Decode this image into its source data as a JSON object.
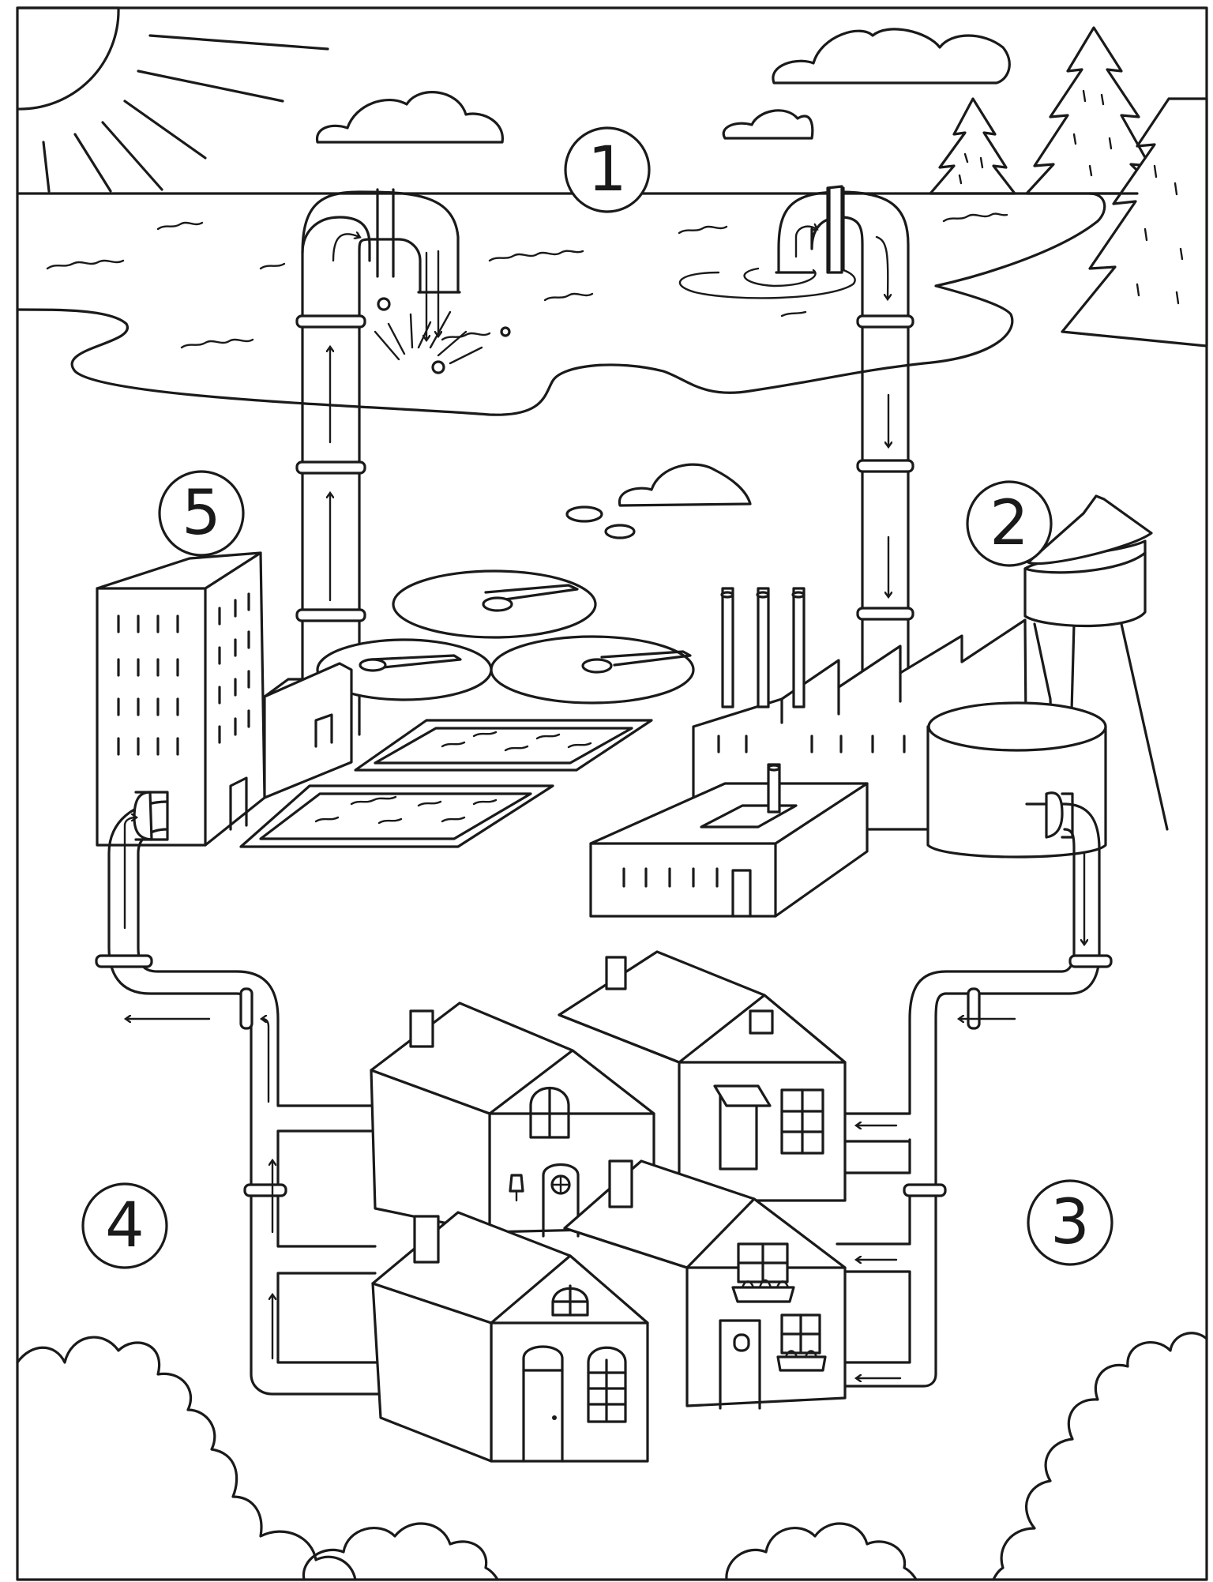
{
  "page": {
    "type": "coloring-page",
    "theme": "water-cycle-from-lake-through-treatment-plant-to-homes-and-back",
    "colors": {
      "line": "#1a1a1a",
      "background": "#ffffff"
    }
  },
  "steps": [
    {
      "id": 1,
      "label": "1",
      "icon": "lake"
    },
    {
      "id": 2,
      "label": "2",
      "icon": "water-tower"
    },
    {
      "id": 3,
      "label": "3",
      "icon": "houses-supply"
    },
    {
      "id": 4,
      "label": "4",
      "icon": "houses-drain"
    },
    {
      "id": 5,
      "label": "5",
      "icon": "wastewater-plant"
    }
  ]
}
